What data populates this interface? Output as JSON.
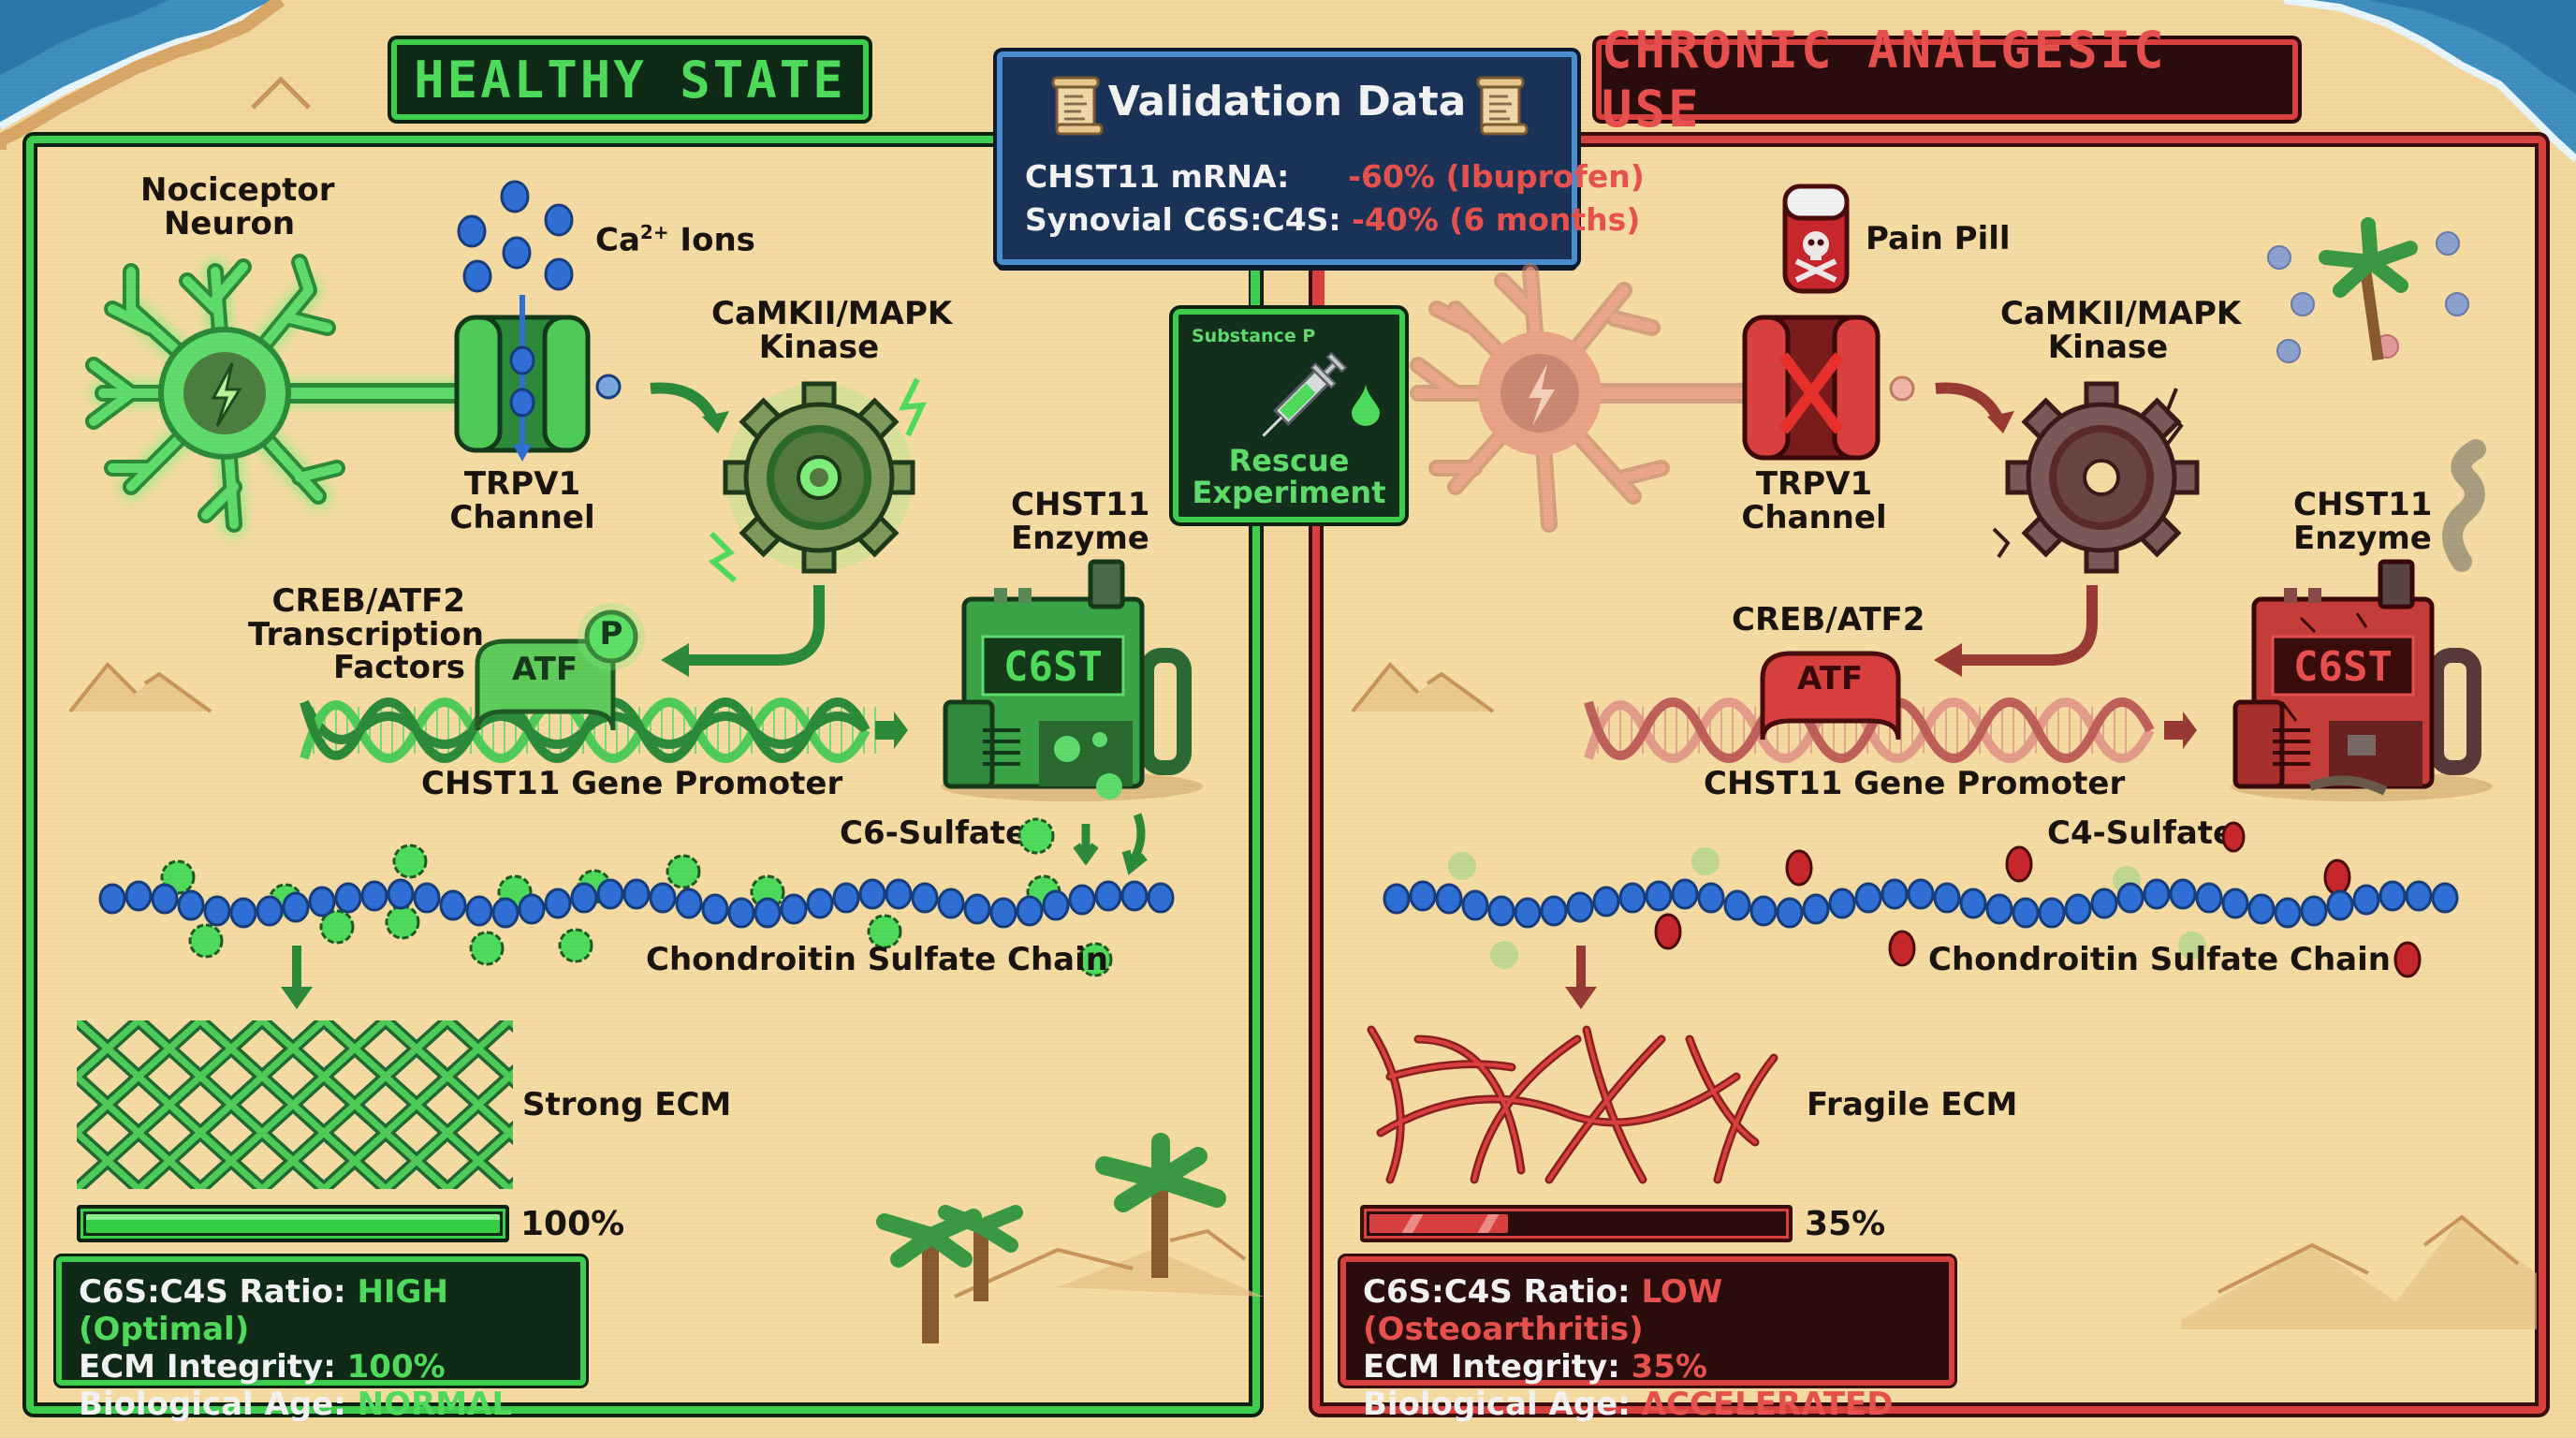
{
  "validation": {
    "title": "Validation Data",
    "rows": [
      {
        "label": "CHST11 mRNA:",
        "value": "-60% (Ibuprofen)"
      },
      {
        "label": "Synovial C6S:C4S:",
        "value": "-40% (6 months)"
      }
    ],
    "icon": "scroll-icon"
  },
  "rescue": {
    "subtitle": "Substance P",
    "title_line1": "Rescue",
    "title_line2": "Experiment",
    "icon": "syringe-icon"
  },
  "healthy": {
    "header": "HEALTHY STATE",
    "neuron_label_1": "Nociceptor",
    "neuron_label_2": "Neuron",
    "ions_label": "Ca",
    "ions_sup": "2+",
    "ions_label_tail": " Ions",
    "channel_label_1": "TRPV1",
    "channel_label_2": "Channel",
    "kinase_label_1": "CaMKII/MAPK",
    "kinase_label_2": "Kinase",
    "tf_label_1": "CREB/ATF2",
    "tf_label_2": "Transcription",
    "tf_label_3": "Factors",
    "atf_text": "ATF",
    "phospho_text": "P",
    "enzyme_label_1": "CHST11",
    "enzyme_label_2": "Enzyme",
    "enzyme_text": "C6ST",
    "promoter_label": "CHST11 Gene Promoter",
    "sulfate_label": "C6-Sulfate",
    "chain_label": "Chondroitin Sulfate Chain",
    "ecm_label": "Strong ECM",
    "integrity_pct": "100%",
    "integrity_value": 100,
    "stats": [
      {
        "label": "C6S:C4S Ratio: ",
        "value": "HIGH (Optimal)"
      },
      {
        "label": "ECM Integrity: ",
        "value": "100%"
      },
      {
        "label": "Biological Age: ",
        "value": "NORMAL"
      }
    ]
  },
  "chronic": {
    "header": "CHRONIC ANALGESIC USE",
    "pill_label": "Pain Pill",
    "channel_label_1": "TRPV1",
    "channel_label_2": "Channel",
    "kinase_label_1": "CaMKII/MAPK",
    "kinase_label_2": "Kinase",
    "tf_label_1": "CREB/ATF2",
    "atf_text": "ATF",
    "enzyme_label_1": "CHST11",
    "enzyme_label_2": "Enzyme",
    "enzyme_text": "C6ST",
    "promoter_label": "CHST11 Gene Promoter",
    "sulfate_label": "C4-Sulfate",
    "chain_label": "Chondroitin Sulfate Chain",
    "ecm_label": "Fragile ECM",
    "integrity_pct": "35%",
    "integrity_value": 35,
    "stats": [
      {
        "label": "C6S:C4S Ratio: ",
        "value": "LOW (Osteoarthritis)"
      },
      {
        "label": "ECM Integrity: ",
        "value": "35%"
      },
      {
        "label": "Biological Age: ",
        "value": "ACCELERATED"
      }
    ]
  },
  "colors": {
    "healthy_accent": "#3ecf4f",
    "chronic_accent": "#d9403e",
    "validation_bg": "#1b3358",
    "sand": "#f3d79d",
    "ion_blue": "#2f6fd6"
  }
}
